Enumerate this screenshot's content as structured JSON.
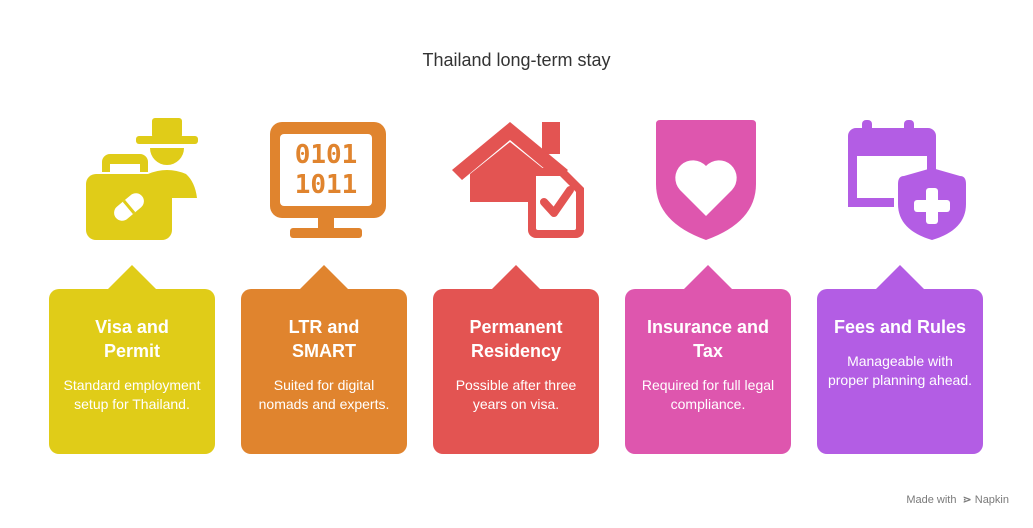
{
  "title": "Thailand long-term stay",
  "colors": {
    "visa": "#e0cc18",
    "ltr": "#e0842e",
    "residency": "#e35452",
    "insurance": "#de56ae",
    "fees": "#b35de4"
  },
  "items": [
    {
      "title": "Visa and Permit",
      "description": "Standard employment setup for Thailand.",
      "icon": "briefcase-person-icon"
    },
    {
      "title": "LTR and SMART",
      "description": "Suited for digital nomads and experts.",
      "icon": "monitor-binary-icon",
      "digits_line1": "0101",
      "digits_line2": "1011"
    },
    {
      "title": "Permanent Residency",
      "description": "Possible after three years on visa.",
      "icon": "house-document-check-icon"
    },
    {
      "title": "Insurance and Tax",
      "description": "Required for full legal compliance.",
      "icon": "shield-heart-icon"
    },
    {
      "title": "Fees and Rules",
      "description": "Manageable with proper planning ahead.",
      "icon": "calendar-shield-plus-icon"
    }
  ],
  "footer": {
    "made_with": "Made with",
    "brand": "Napkin"
  }
}
